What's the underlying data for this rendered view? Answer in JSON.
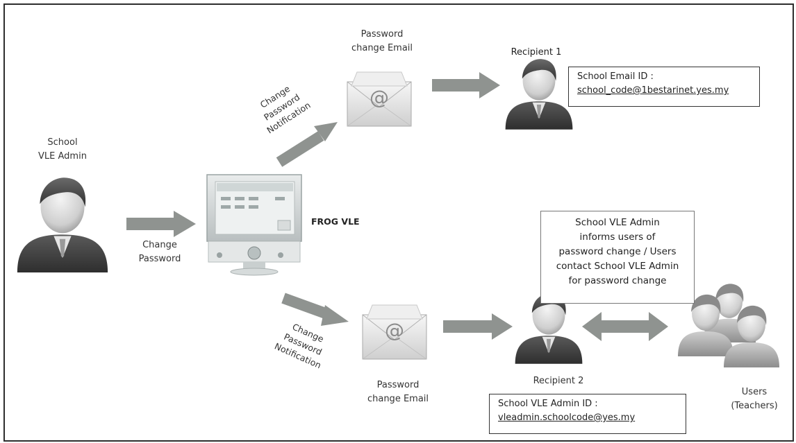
{
  "admin": {
    "label": "School\nVLE Admin"
  },
  "change_password": {
    "label": "Change\nPassword"
  },
  "frog": {
    "label": "FROG VLE"
  },
  "notif_top": {
    "label": "Change\nPassword\nNotification"
  },
  "notif_bottom": {
    "label": "Change\nPassword\nNotification"
  },
  "email_top": {
    "label": "Password\nchange Email"
  },
  "email_bottom": {
    "label": "Password\nchange Email"
  },
  "recipient1": {
    "label": "Recipient 1",
    "box_title": "School Email ID :",
    "box_value": "school_code@1bestarinet.yes.my"
  },
  "recipient2": {
    "label": "Recipient 2",
    "box_title": "School VLE Admin ID :",
    "box_value": "vleadmin.schoolcode@yes.my"
  },
  "note": {
    "text": "School VLE Admin\ninforms users of\npassword change / Users\ncontact School VLE Admin\nfor password change"
  },
  "users": {
    "label": "Users\n(Teachers)"
  },
  "colors": {
    "arrow": "#8f9390",
    "frame": "#2d2d2d",
    "person_dark": "#4a4a4a",
    "person_light": "#b8b8b8"
  }
}
